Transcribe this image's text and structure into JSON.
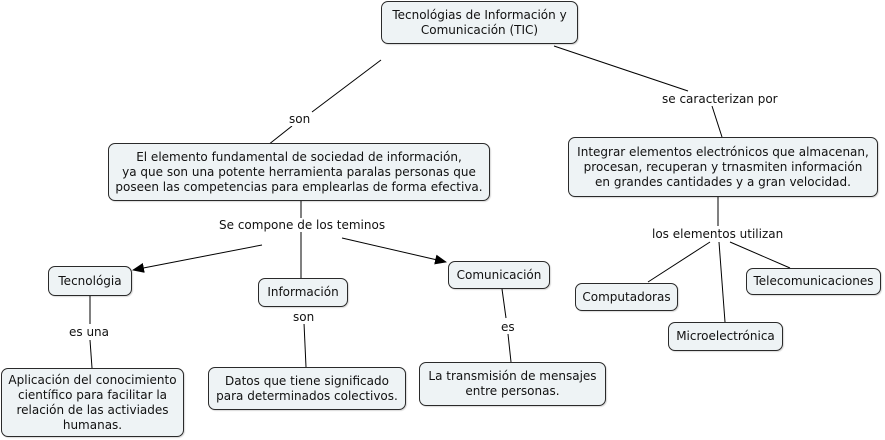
{
  "nodes": {
    "tic": "Tecnológias de Información y\nComunicación (TIC)",
    "elemento": "El elemento fundamental de sociedad de información,\nya que son una potente herramienta paralas personas que\nposeen las competencias para emplearlas de forma efectiva.",
    "integrar": "Integrar elementos electrónicos que almacenan,\nprocesan, recuperan y trnasmiten información\nen grandes cantidades y a gran velocidad.",
    "tecnologia": "Tecnológia",
    "informacion": "Información",
    "comunicacion": "Comunicación",
    "computadoras": "Computadoras",
    "microelectronica": "Microelectrónica",
    "telecomunicaciones": "Telecomunicaciones",
    "aplicacion": "Aplicación del conocimiento\ncientífico para facilitar la\nrelación de las activiades\nhumanas.",
    "datos": "Datos que tiene significado\npara determinados colectivos.",
    "transmision": "La transmisión de mensajes\nentre personas."
  },
  "links": {
    "son": "son",
    "se_caracterizan_por": "se caracterizan por",
    "se_compone": "Se compone de los teminos",
    "los_elementos_utilizan": "los elementos utilizan",
    "es_una": "es una",
    "son_2": "son",
    "es": "es"
  },
  "colors": {
    "node_fill": "#eef3f5",
    "border": "#2a2a2a",
    "line": "#000000"
  }
}
